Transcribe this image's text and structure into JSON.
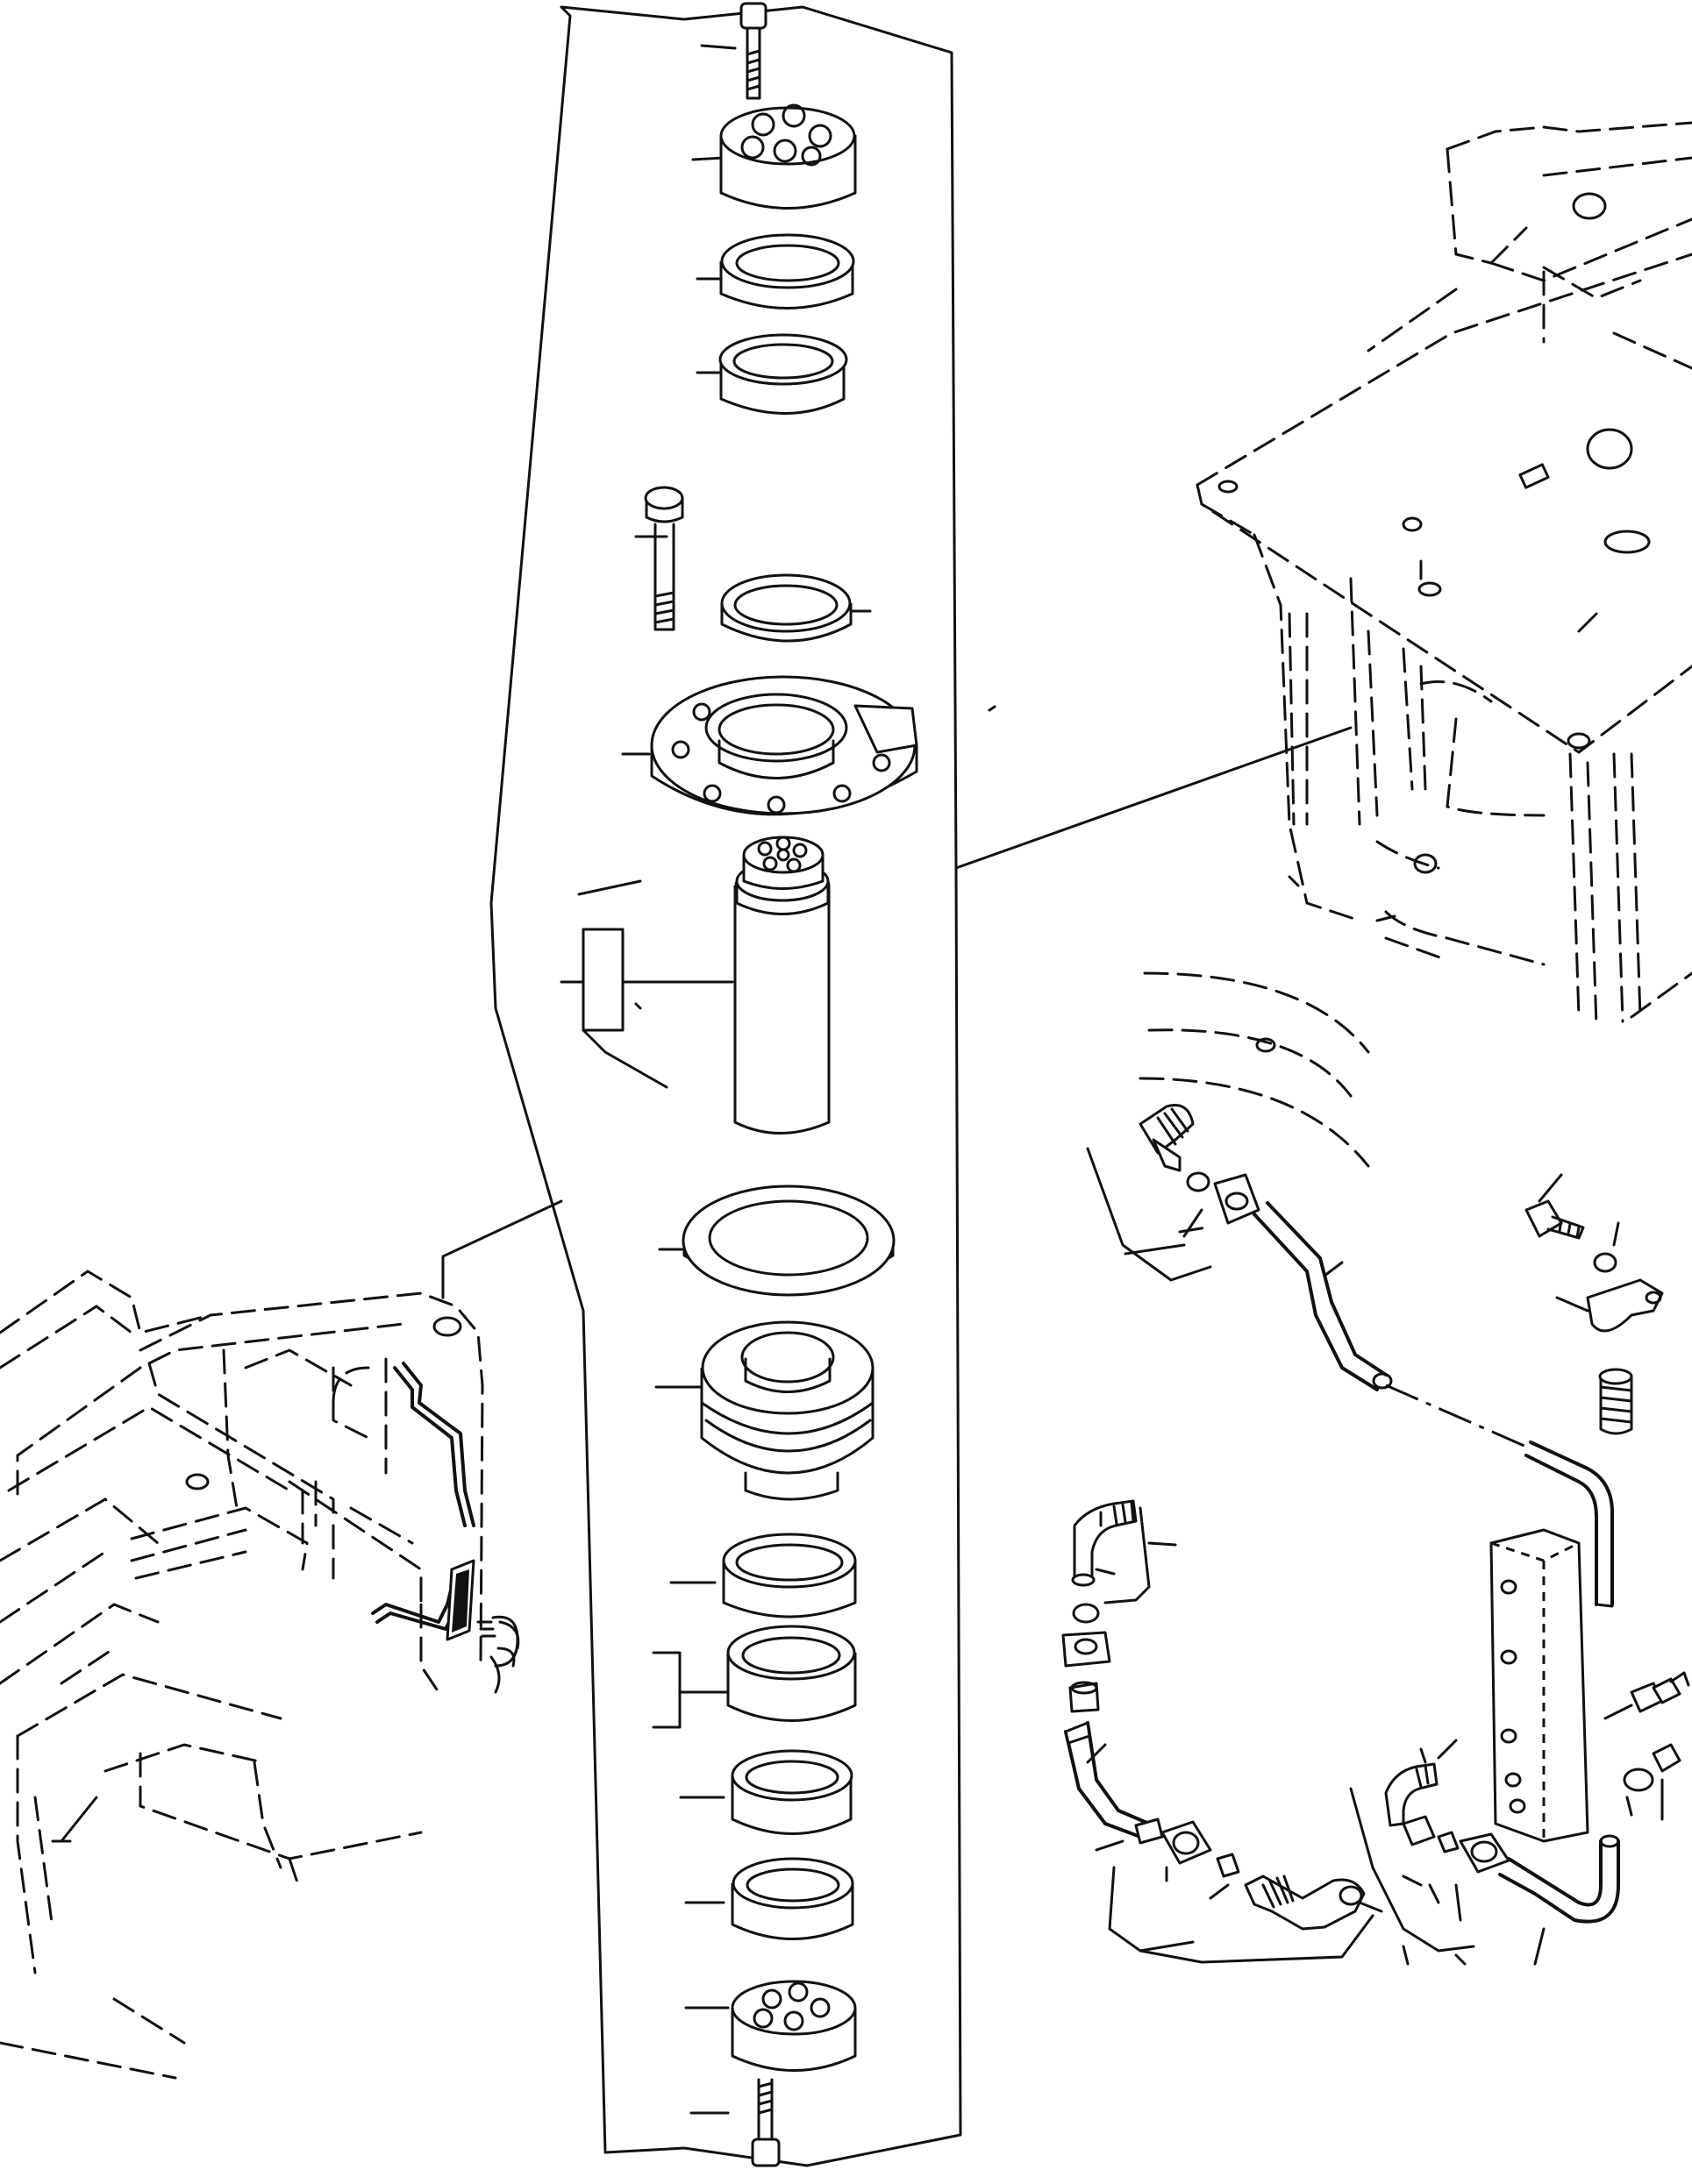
{
  "diagram": {
    "type": "exploded-parts-diagram",
    "components": [
      "socket-head-cap-screw-top",
      "upper-bearing-cap",
      "upper-bushing-1",
      "upper-bushing-2",
      "hex-bolt",
      "seal-ring",
      "flange-housing",
      "kingpin-assembly",
      "thrust-washer",
      "pivot-housing",
      "lower-bushing-1",
      "lower-bushing-2",
      "lower-bushing-3",
      "lower-bushing-4",
      "lower-bearing-cap",
      "socket-head-cap-screw-bottom",
      "hydraulic-elbow-fittings",
      "hydraulic-tubes",
      "manifold-block",
      "tube-clamp",
      "clamp-bolt",
      "grease-fitting",
      "frame-chassis-upper-right",
      "frame-chassis-lower-left"
    ]
  }
}
